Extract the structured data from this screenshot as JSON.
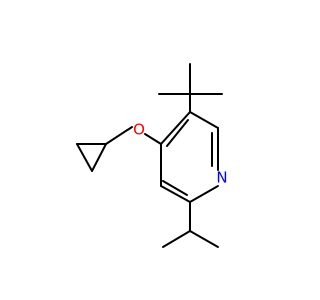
{
  "molecule": {
    "atoms": [
      {
        "id": "o1",
        "label": "O",
        "color": "#ff0000"
      },
      {
        "id": "n1",
        "label": "N",
        "color": "#0000ff"
      }
    ],
    "colors": {
      "background": "#ffffff",
      "bond": "#000000"
    }
  }
}
